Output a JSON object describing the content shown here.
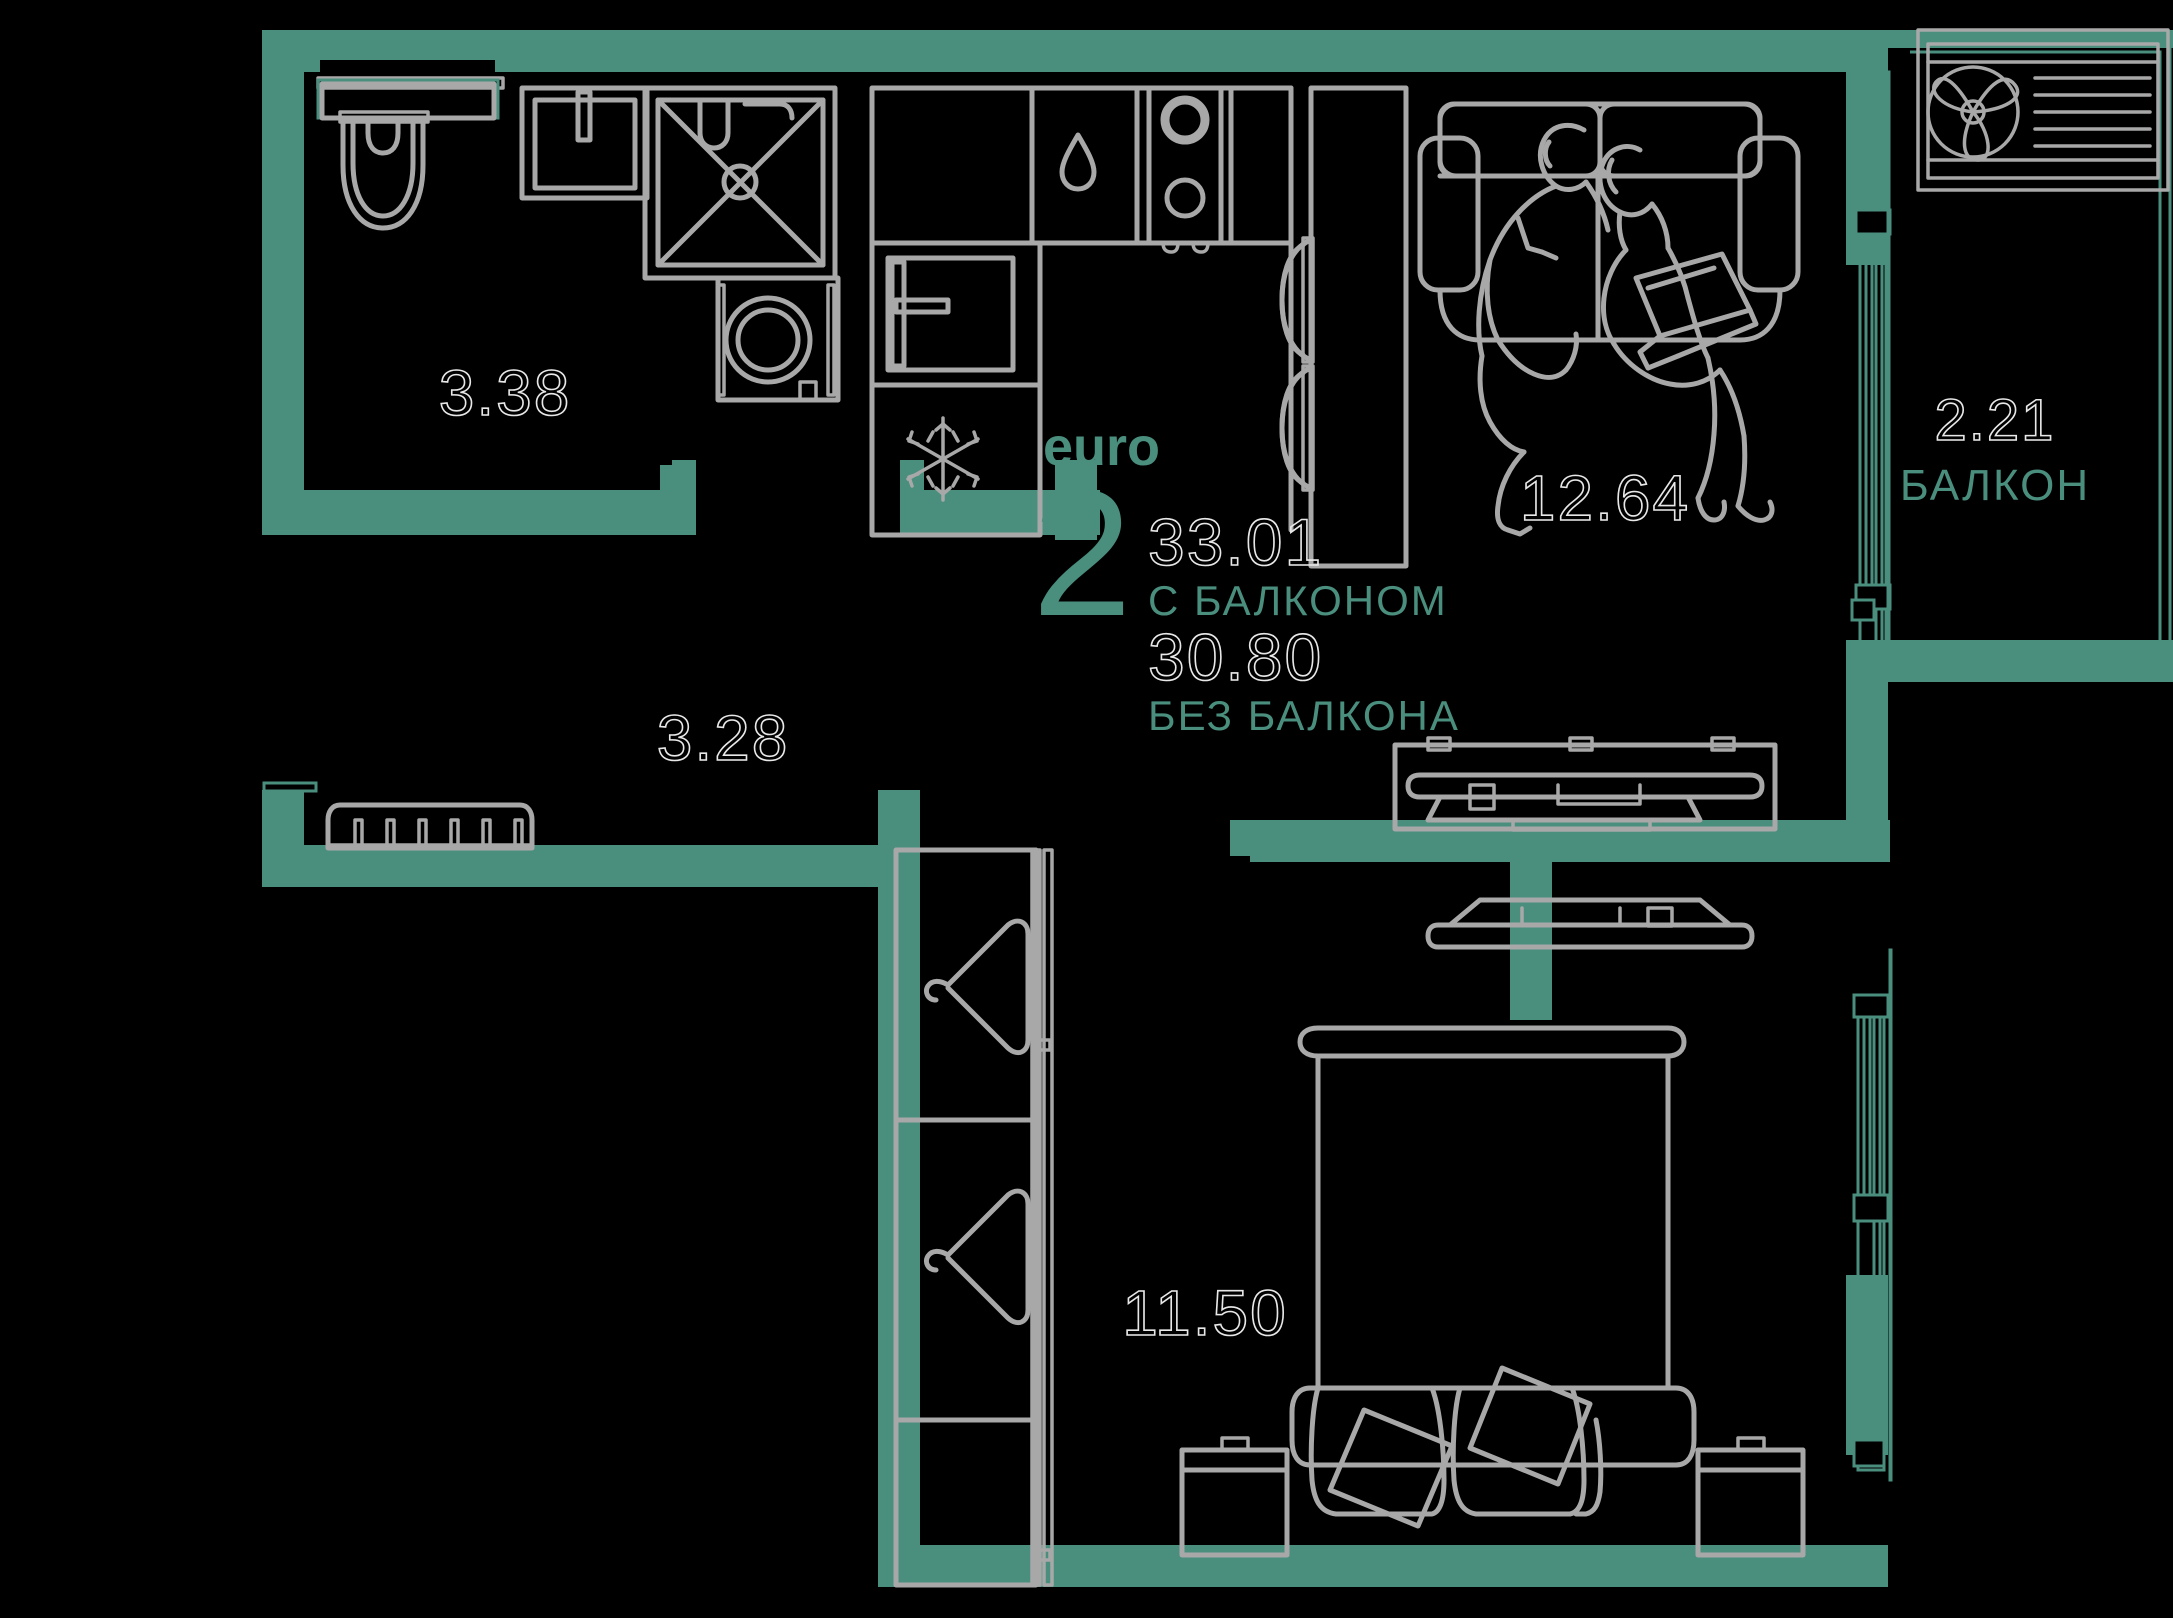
{
  "plan": {
    "type": "apartment-floor-plan",
    "brand_label": "euro",
    "rooms_count": "2",
    "total_area_with_balcony": "33.01",
    "total_area_with_balcony_caption": "С БАЛКОНОМ",
    "total_area_without_balcony": "30.80",
    "total_area_without_balcony_caption": "БЕЗ БАЛКОНА",
    "colors": {
      "wall": "#4a8e7e",
      "accent": "#4a8e7e",
      "furniture_stroke": "#a8a8a8",
      "background": "#000000",
      "number_outline": "#e8e8e8"
    },
    "rooms": [
      {
        "id": "bathroom",
        "area": "3.38",
        "name": ""
      },
      {
        "id": "hallway",
        "area": "3.28",
        "name": ""
      },
      {
        "id": "living-room",
        "area": "12.64",
        "name": ""
      },
      {
        "id": "bedroom",
        "area": "11.50",
        "name": ""
      },
      {
        "id": "balcony",
        "area": "2.21",
        "name": "БАЛКОН"
      }
    ],
    "fixtures": [
      "toilet",
      "washbasin",
      "mirror-cabinet",
      "shower-tray",
      "washing-machine",
      "kitchen-sink",
      "kitchen-stove",
      "oven",
      "refrigerator",
      "sofa",
      "two-people-with-laptop",
      "dining-table",
      "dining-chairs",
      "tv-console",
      "coffee-table",
      "bed",
      "pillows",
      "nightstand-left",
      "nightstand-right",
      "wardrobe",
      "clothes-hanger",
      "shoe-rack",
      "ac-outdoor-unit",
      "balcony-glazing",
      "bedroom-window"
    ]
  }
}
